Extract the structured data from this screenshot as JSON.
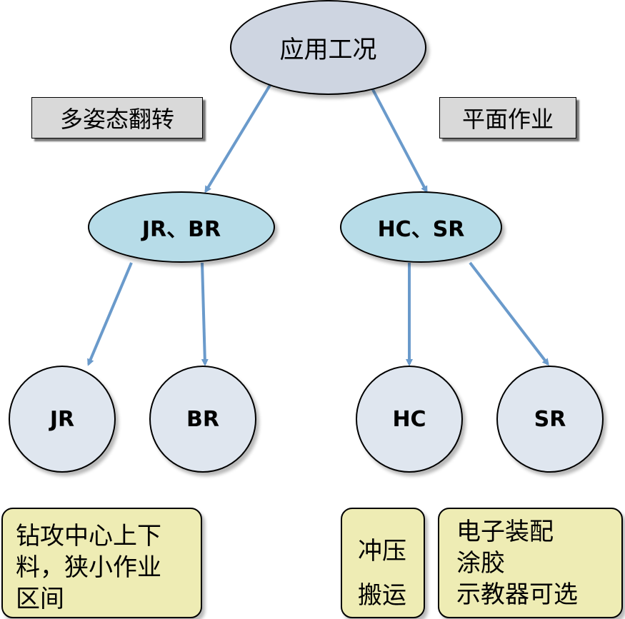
{
  "root": {
    "label": "应用工况"
  },
  "tags": {
    "left": "多姿态翻转",
    "right": "平面作业"
  },
  "groups": {
    "left": "JR、BR",
    "right": "HC、SR"
  },
  "leaves": {
    "jr": "JR",
    "br": "BR",
    "hc": "HC",
    "sr": "SR"
  },
  "notes": {
    "left": [
      "钻攻中心上下",
      "料，狭小作业",
      "区间"
    ],
    "mid": [
      "冲压",
      "搬运"
    ],
    "right": [
      "电子装配",
      "涂胶",
      "示教器可选"
    ]
  },
  "colors": {
    "arrow": "#6a9acb",
    "root_fill": "#ced5e1",
    "group_fill": "#b7dce8",
    "leaf_fill": "#dfe6ef",
    "tag_fill": "#d9d9d9",
    "note_fill": "#eeecb4"
  }
}
